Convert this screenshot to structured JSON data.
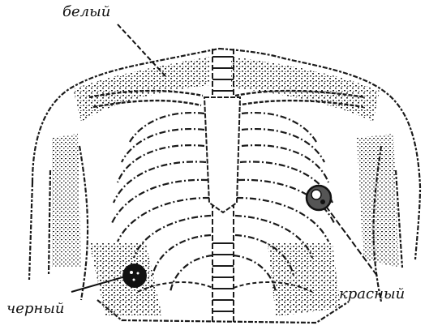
{
  "labels": {
    "white": "белый",
    "black": "черный",
    "red": "красный"
  },
  "electrodes": [
    {
      "name": "black-electrode",
      "color": "#111111"
    },
    {
      "name": "red-electrode",
      "color": "#555555"
    }
  ],
  "colors": {
    "ink": "#1a1a1a",
    "paper": "#ffffff"
  }
}
